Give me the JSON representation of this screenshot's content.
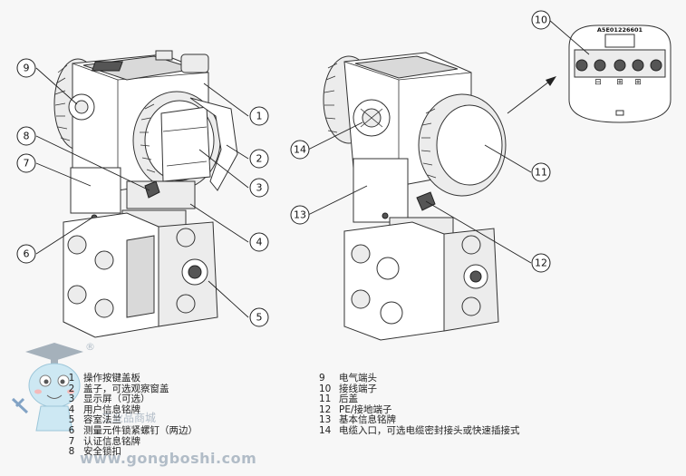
{
  "callouts": [
    {
      "num": "1"
    },
    {
      "num": "2"
    },
    {
      "num": "3"
    },
    {
      "num": "4"
    },
    {
      "num": "5"
    },
    {
      "num": "6"
    },
    {
      "num": "7"
    },
    {
      "num": "8"
    },
    {
      "num": "9"
    },
    {
      "num": "10"
    },
    {
      "num": "11"
    },
    {
      "num": "12"
    },
    {
      "num": "13"
    },
    {
      "num": "14"
    }
  ],
  "terminal": {
    "serial": "A5E01226601",
    "symbols": [
      "⊟",
      "⊞",
      "⊞"
    ]
  },
  "legend_left": [
    {
      "num": "1",
      "text": "操作按键盖板"
    },
    {
      "num": "2",
      "text": "盖子，可选观察窗盖"
    },
    {
      "num": "3",
      "text": "显示屏（可选）"
    },
    {
      "num": "4",
      "text": "用户信息铭牌"
    },
    {
      "num": "5",
      "text": "容室法兰"
    },
    {
      "num": "6",
      "text": "测量元件锁紧螺钉（两边）"
    },
    {
      "num": "7",
      "text": "认证信息铭牌"
    },
    {
      "num": "8",
      "text": "安全锁扣"
    }
  ],
  "legend_right": [
    {
      "num": "9",
      "text": "电气端头"
    },
    {
      "num": "10",
      "text": "接线端子"
    },
    {
      "num": "11",
      "text": "后盖"
    },
    {
      "num": "12",
      "text": "PE/接地端子"
    },
    {
      "num": "13",
      "text": "基本信息铭牌"
    },
    {
      "num": "14",
      "text": "电缆入口，可选电缆密封接头或快速插接式"
    }
  ],
  "watermark": {
    "registered": "®",
    "brand": "工业品商城",
    "url": "www.gongboshi.com"
  }
}
